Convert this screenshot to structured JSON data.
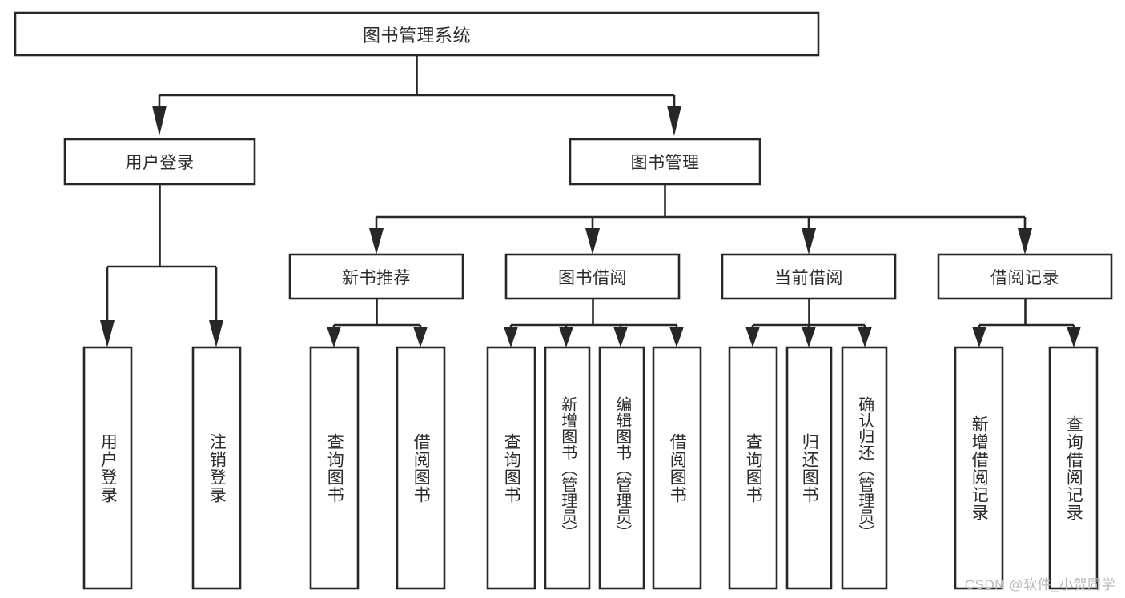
{
  "diagram": {
    "type": "tree-hierarchy",
    "title": "图书管理系统",
    "watermark": "CSDN @软件_小贺同学",
    "colors": {
      "stroke": "#272727",
      "box_fill": "#ffffff",
      "text": "#2b2b2b",
      "background": "#ffffff",
      "watermark": "#b9b9b9"
    },
    "levels": {
      "level1": [
        {
          "id": "root",
          "label": "图书管理系统",
          "orientation": "horizontal"
        }
      ],
      "level2": [
        {
          "id": "user-login",
          "label": "用户登录",
          "orientation": "horizontal",
          "parent": "root"
        },
        {
          "id": "book-manage",
          "label": "图书管理",
          "orientation": "horizontal",
          "parent": "root"
        }
      ],
      "level3": [
        {
          "id": "new-book-rec",
          "label": "新书推荐",
          "orientation": "horizontal",
          "parent": "book-manage"
        },
        {
          "id": "book-borrow",
          "label": "图书借阅",
          "orientation": "horizontal",
          "parent": "book-manage"
        },
        {
          "id": "current-borrow",
          "label": "当前借阅",
          "orientation": "horizontal",
          "parent": "book-manage"
        },
        {
          "id": "borrow-record",
          "label": "借阅记录",
          "orientation": "horizontal",
          "parent": "book-manage"
        }
      ],
      "level4": [
        {
          "id": "leaf-user-login",
          "label": "用户登录",
          "orientation": "vertical",
          "parent": "user-login"
        },
        {
          "id": "leaf-user-logout",
          "label": "注销登录",
          "orientation": "vertical",
          "parent": "user-login"
        },
        {
          "id": "leaf-query-book-1",
          "label": "查询图书",
          "orientation": "vertical",
          "parent": "new-book-rec"
        },
        {
          "id": "leaf-borrow-book-1",
          "label": "借阅图书",
          "orientation": "vertical",
          "parent": "new-book-rec"
        },
        {
          "id": "leaf-query-book-2",
          "label": "查询图书",
          "orientation": "vertical",
          "parent": "book-borrow"
        },
        {
          "id": "leaf-add-book",
          "label": "新增图书（管理员）",
          "orientation": "vertical",
          "parent": "book-borrow"
        },
        {
          "id": "leaf-edit-book",
          "label": "编辑图书（管理员）",
          "orientation": "vertical",
          "parent": "book-borrow"
        },
        {
          "id": "leaf-borrow-book-2",
          "label": "借阅图书",
          "orientation": "vertical",
          "parent": "book-borrow"
        },
        {
          "id": "leaf-query-book-3",
          "label": "查询图书",
          "orientation": "vertical",
          "parent": "current-borrow"
        },
        {
          "id": "leaf-return-book",
          "label": "归还图书",
          "orientation": "vertical",
          "parent": "current-borrow"
        },
        {
          "id": "leaf-confirm-return",
          "label": "确认归还（管理员）",
          "orientation": "vertical",
          "parent": "current-borrow"
        },
        {
          "id": "leaf-add-record",
          "label": "新增借阅记录",
          "orientation": "vertical",
          "parent": "borrow-record"
        },
        {
          "id": "leaf-query-record",
          "label": "查询借阅记录",
          "orientation": "vertical",
          "parent": "borrow-record"
        }
      ]
    }
  }
}
